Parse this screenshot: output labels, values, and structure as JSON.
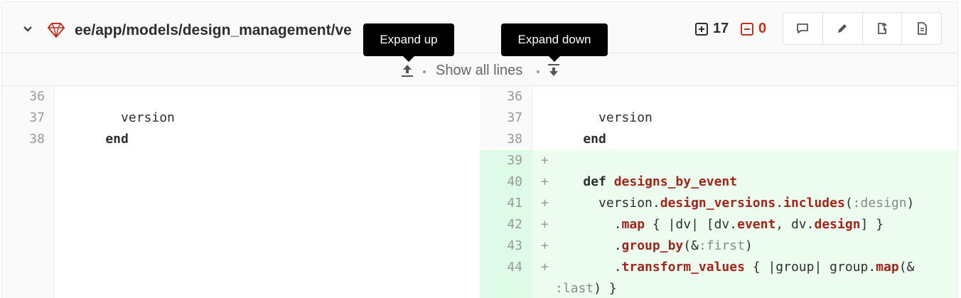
{
  "file": {
    "path": "ee/app/models/design_management/ve",
    "additions": "17",
    "deletions": "0"
  },
  "toolbar": {
    "comment_icon": "comment-icon",
    "edit_icon": "pencil-icon",
    "external_icon": "external-link-icon",
    "view_file_icon": "file-icon"
  },
  "expand": {
    "show_all": "Show all lines",
    "tooltip_up": "Expand up",
    "tooltip_down": "Expand down"
  },
  "left_lines": [
    {
      "num": "36",
      "code": ""
    },
    {
      "num": "37",
      "code": "      version"
    },
    {
      "num": "38",
      "code": "    end"
    }
  ],
  "right_lines": [
    {
      "num": "36",
      "code": ""
    },
    {
      "num": "37",
      "code": "      version"
    },
    {
      "num": "38",
      "code": "    end"
    },
    {
      "num": "39",
      "code": ""
    },
    {
      "num": "40",
      "code": "    def designs_by_event"
    },
    {
      "num": "41",
      "code": "      version.design_versions.includes(:design)"
    },
    {
      "num": "42",
      "code": "        .map { |dv| [dv.event, dv.design] }"
    },
    {
      "num": "43",
      "code": "        .group_by(&:first)"
    },
    {
      "num": "44",
      "code": "        .transform_values { |group| group.map(&"
    },
    {
      "num": "",
      "code": ":last) }"
    }
  ],
  "plus_marker": "+"
}
